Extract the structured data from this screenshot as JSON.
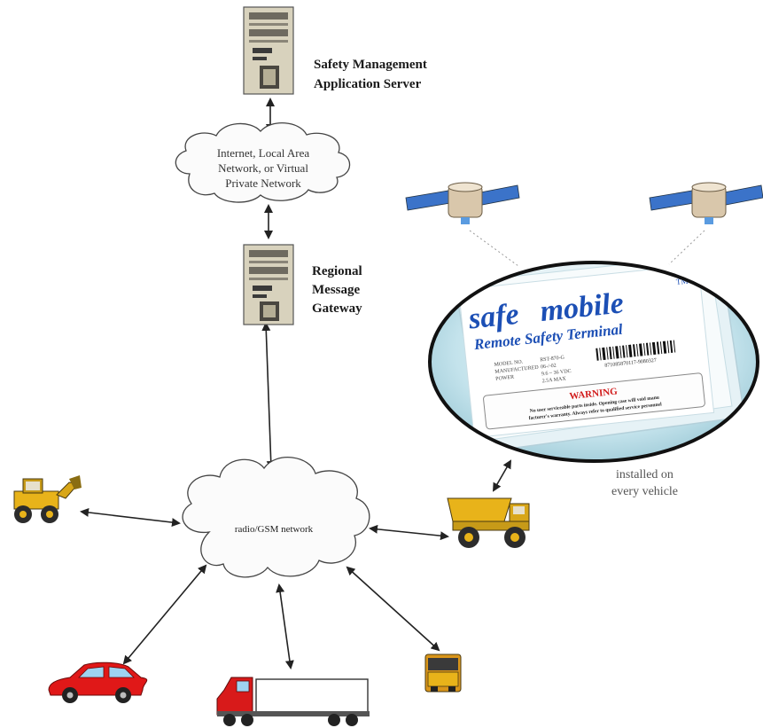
{
  "labels": {
    "server_line1": "Safety Management",
    "server_line2": "Application Server",
    "internet_line1": "Internet, Local Area",
    "internet_line2": "Network, or Virtual",
    "internet_line3": "Private Network",
    "gateway_line1": "Regional",
    "gateway_line2": "Message",
    "gateway_line3": "Gateway",
    "radio_network": "radio/GSM network",
    "installed_line1": "installed on",
    "installed_line2": "every vehicle"
  },
  "device": {
    "brand_safe": "safe",
    "brand_mobile": "mobile",
    "trademark": "TM",
    "product": "Remote Safety Terminal",
    "spec_keys": [
      "MODEL NO.",
      "MANUFACTURED",
      "POWER"
    ],
    "spec_vals": [
      "RST-870-G",
      "06-/-02",
      "9.6 ~ 36 VDC",
      "2.5A MAX"
    ],
    "serial": "871085870117-9080327",
    "warning_title": "WARNING",
    "warning_line1": "No user serviceable parts inside. Opening case will void manu",
    "warning_line2": "facturer's warranty. Always refer to qualified service personnel"
  },
  "icons": [
    "server-icon",
    "gateway-server-icon",
    "satellite-icon",
    "loader-icon",
    "dump-truck-icon",
    "car-icon",
    "semi-truck-icon",
    "bus-icon"
  ],
  "colors": {
    "brand_blue": "#1c4fb5",
    "warning_red": "#d11a1a",
    "car_red": "#e01818",
    "truck_yellow": "#e8b31a",
    "satellite_panel": "#3b73c9"
  }
}
